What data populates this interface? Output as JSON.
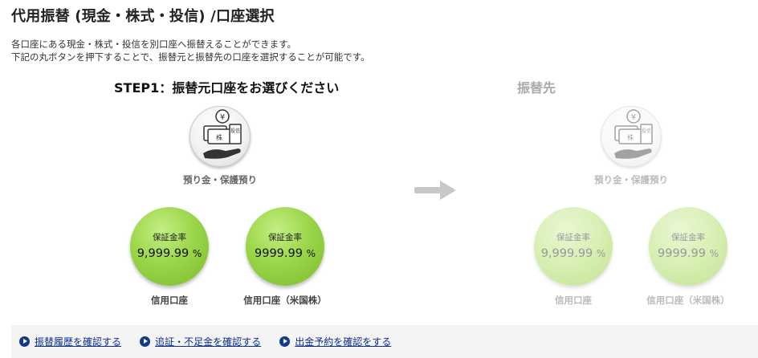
{
  "page": {
    "title": "代用振替 (現金・株式・投信) /口座選択",
    "description": [
      "各口座にある現金・株式・投信を別口座へ振替えることができます。",
      "下記の丸ボタンを押下することで、振替元と振替先の口座を選択することが可能です。"
    ]
  },
  "source": {
    "step_title": "STEP1：振替元口座をお選びください",
    "deposit": {
      "label": "預り金・保護預り",
      "icon": "deposit-yen-stock-fund-icon",
      "icon_texts": {
        "yen": "¥",
        "stock": "株",
        "fund": "投信"
      }
    },
    "accounts": [
      {
        "ratio_label": "保証金率",
        "ratio_value": "9,999.99",
        "unit": "%",
        "name": "信用口座"
      },
      {
        "ratio_label": "保証金率",
        "ratio_value": "9999.99",
        "unit": "%",
        "name": "信用口座（米国株）"
      }
    ]
  },
  "destination": {
    "title": "振替先",
    "deposit": {
      "label": "預り金・保護預り"
    },
    "accounts": [
      {
        "ratio_label": "保証金率",
        "ratio_value": "9,999.99",
        "unit": "%",
        "name": "信用口座"
      },
      {
        "ratio_label": "保証金率",
        "ratio_value": "9999.99",
        "unit": "%",
        "name": "信用口座（米国株）"
      }
    ]
  },
  "arrow_icon": "right-arrow-icon",
  "links": [
    {
      "label": "振替履歴を確認する",
      "icon": "play-circle-icon"
    },
    {
      "label": "追証・不足金を確認する",
      "icon": "play-circle-icon"
    },
    {
      "label": "出金予約を確認をする",
      "icon": "play-circle-icon"
    }
  ],
  "colors": {
    "link": "#0b2f8a",
    "account_green": "#9bd64a",
    "arrow": "#c8c8c8"
  }
}
